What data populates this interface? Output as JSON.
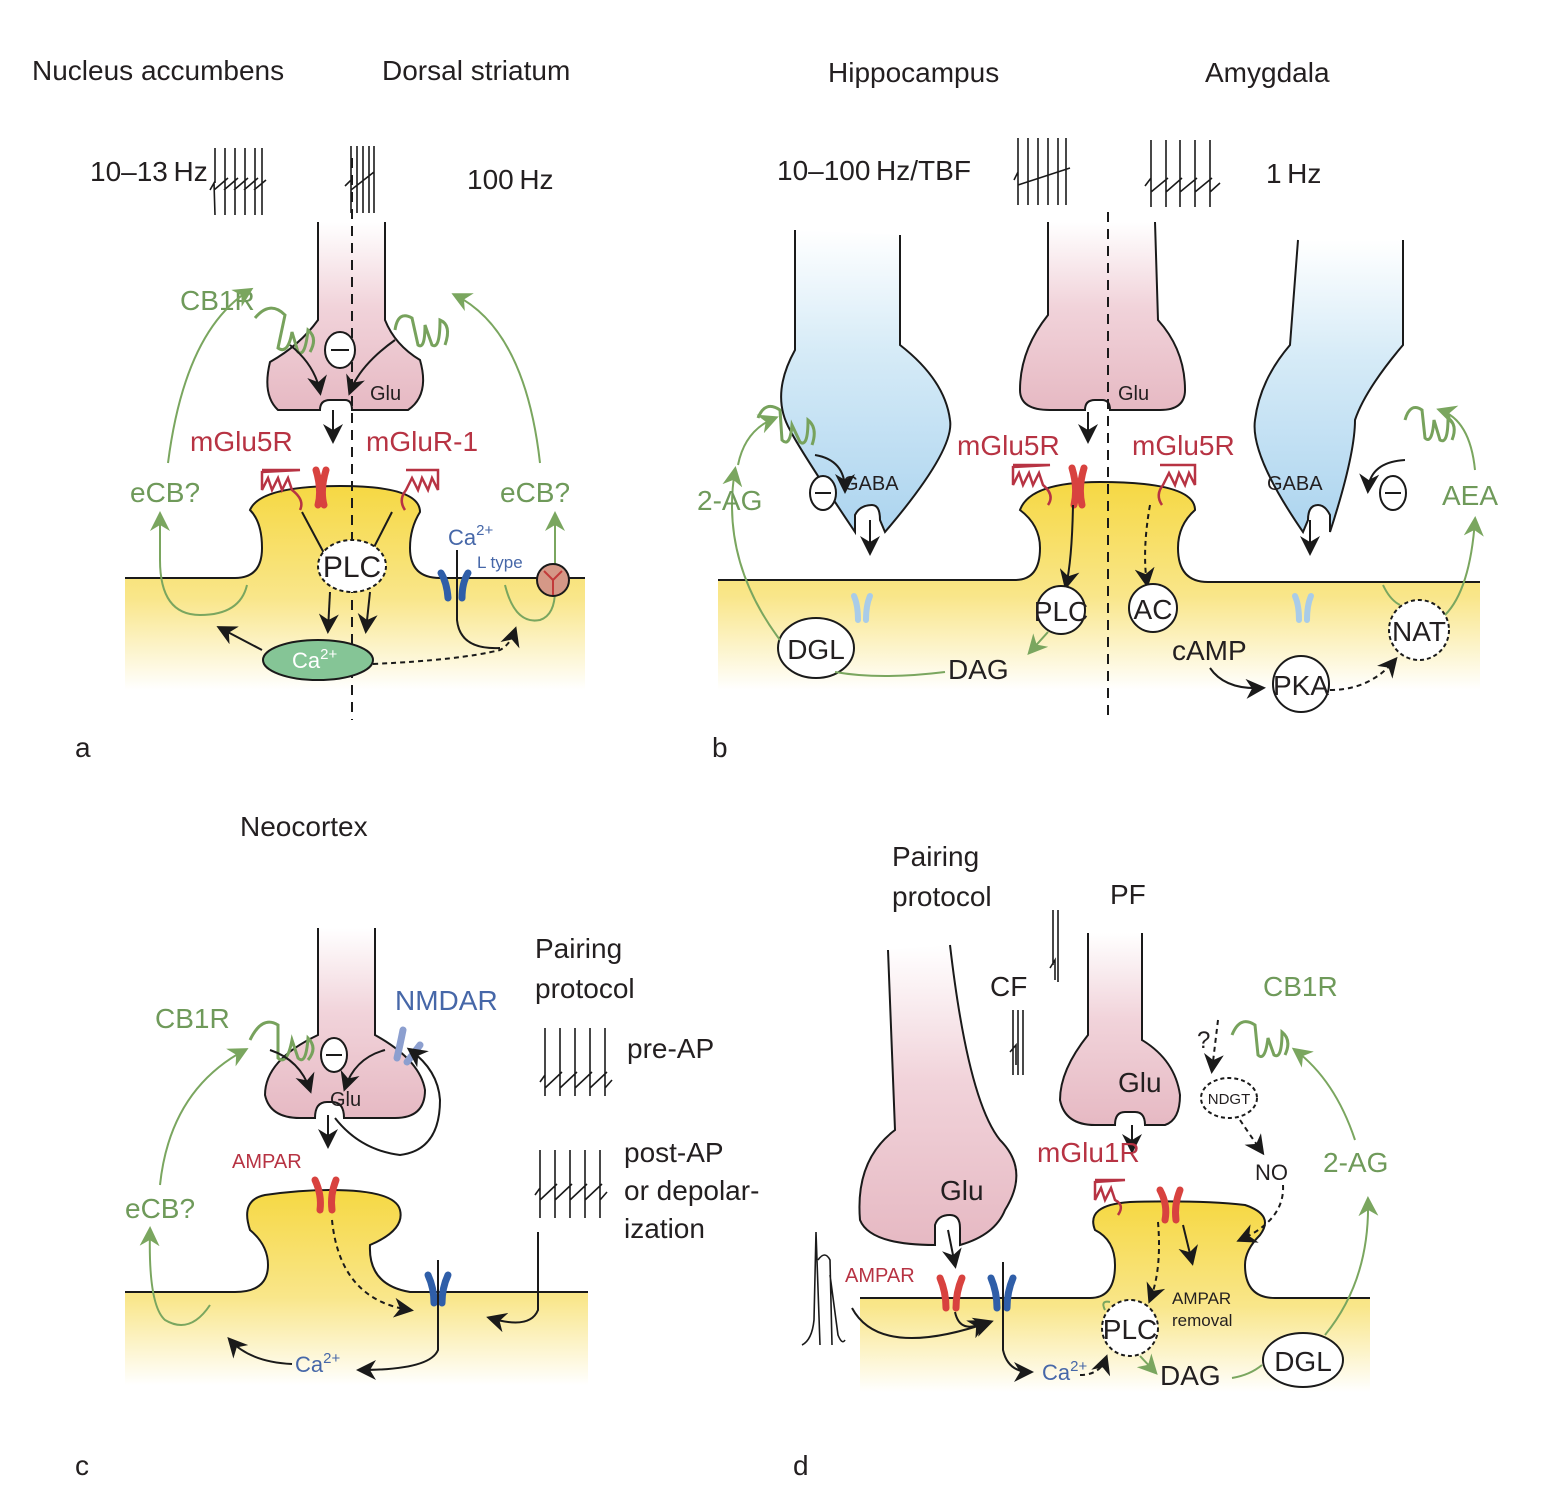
{
  "figure": {
    "panels": [
      {
        "letter": "a",
        "regions": [
          "Nucleus accumbens",
          "Dorsal striatum"
        ],
        "frequencies": [
          "10–13 Hz",
          "100 Hz"
        ],
        "labels": {
          "cb1r": "CB1R",
          "glu": "Glu",
          "mglu5r": "mGlu5R",
          "mglur1": "mGluR-1",
          "ecb_left": "eCB?",
          "ecb_right": "eCB?",
          "plc": "PLC",
          "ca": "Ca",
          "ca_sup": "2+",
          "ca_channel": "Ca",
          "ca_channel_sup": "2+",
          "l_type": "L type"
        }
      },
      {
        "letter": "b",
        "regions": [
          "Hippocampus",
          "Amygdala"
        ],
        "frequencies": [
          "10–100 Hz/TBF",
          "1 Hz"
        ],
        "labels": {
          "glu": "Glu",
          "gaba_left": "GABA",
          "gaba_right": "GABA",
          "mglu5r_left": "mGlu5R",
          "mglu5r_right": "mGlu5R",
          "two_ag": "2-AG",
          "aea": "AEA",
          "plc": "PLC",
          "ac": "AC",
          "dgl": "DGL",
          "dag": "DAG",
          "camp": "cAMP",
          "pka": "PKA",
          "nat": "NAT"
        }
      },
      {
        "letter": "c",
        "regions": [
          "Neocortex"
        ],
        "labels": {
          "cb1r": "CB1R",
          "nmdar": "NMDAR",
          "glu": "Glu",
          "ampar": "AMPAR",
          "ecb": "eCB?",
          "ca": "Ca",
          "ca_sup": "2+",
          "pairing_1": "Pairing",
          "pairing_2": "protocol",
          "pre_ap": "pre-AP",
          "post_ap_1": "post-AP",
          "post_ap_2": "or depolar-",
          "post_ap_3": "ization"
        }
      },
      {
        "letter": "d",
        "labels": {
          "pairing_1": "Pairing",
          "pairing_2": "protocol",
          "pf": "PF",
          "cf": "CF",
          "cb1r": "CB1R",
          "question": "?",
          "ndgt": "NDGT",
          "glu_left": "Glu",
          "glu_right": "Glu",
          "mglu1r": "mGlu1R",
          "no": "NO",
          "two_ag": "2-AG",
          "ampar": "AMPAR",
          "ampar_removal_1": "AMPAR",
          "ampar_removal_2": "removal",
          "plc": "PLC",
          "ca": "Ca",
          "ca_sup": "2+",
          "dag": "DAG",
          "dgl": "DGL"
        }
      }
    ],
    "colors": {
      "presynaptic_excitatory": "#e8bcc6",
      "presynaptic_inhibitory": "#b7dbf1",
      "postsynaptic": "#f6d843",
      "cb1r_green": "#6f9a5a",
      "receptor_red": "#b73343",
      "channel_blue": "#2f5ea8",
      "calcium_green": "#7fbf8a"
    }
  }
}
